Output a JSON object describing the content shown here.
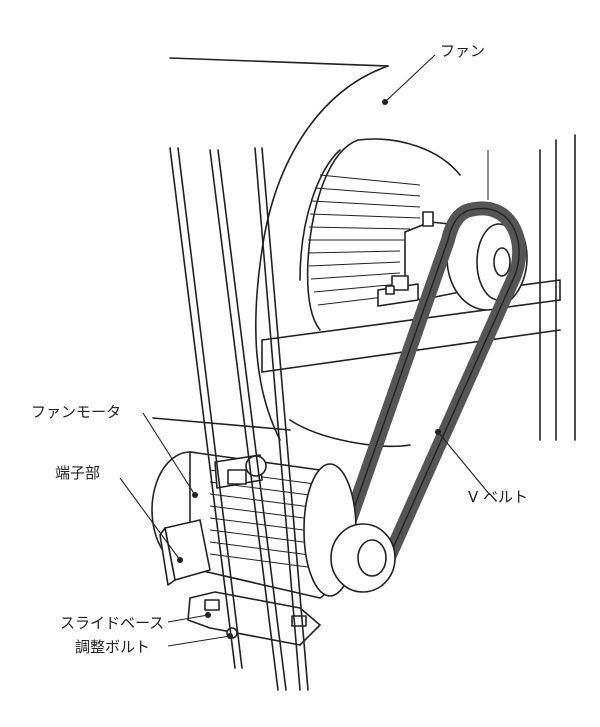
{
  "labels": {
    "fan": "ファン",
    "fan_motor": "ファンモータ",
    "terminal": "端子部",
    "v_belt": "V ベルト",
    "slide_base": "スライドベース",
    "adjust_bolt": "調整ボルト"
  },
  "colors": {
    "ink": "#222222",
    "belt": "#555555",
    "paper": "#ffffff"
  }
}
